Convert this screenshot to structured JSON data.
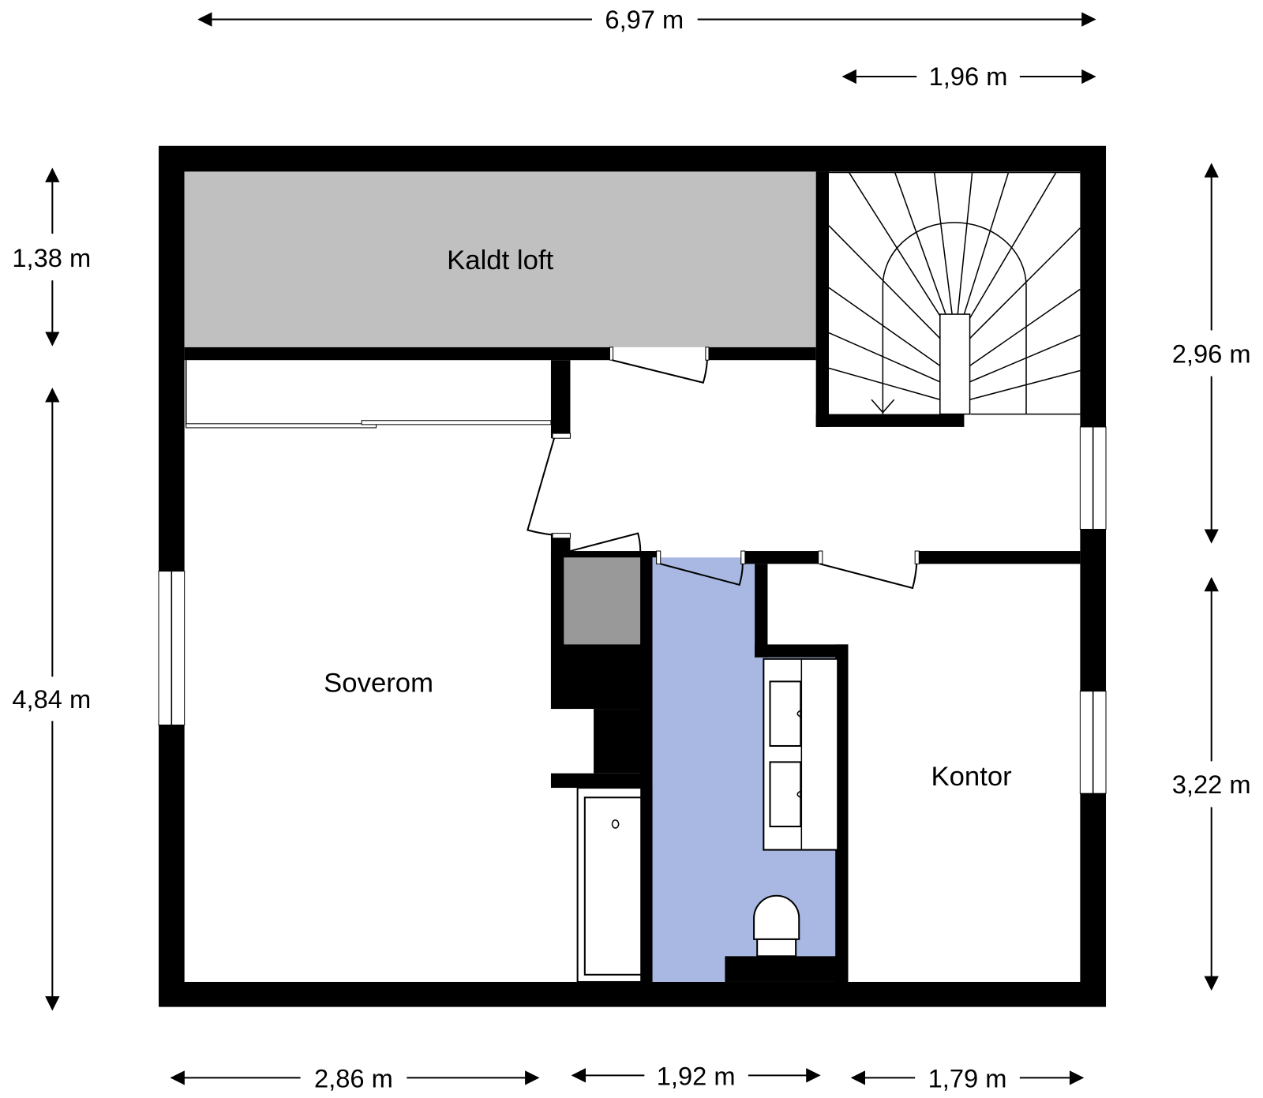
{
  "rooms": {
    "kaldt_loft": "Kaldt loft",
    "soverom": "Soverom",
    "kontor": "Kontor"
  },
  "dimensions": {
    "top_total": "6,97 m",
    "top_stair": "1,96 m",
    "left_top": "1,38 m",
    "left_bottom": "4,84 m",
    "right_top": "2,96 m",
    "right_bottom": "3,22 m",
    "bottom_left": "2,86 m",
    "bottom_mid": "1,92 m",
    "bottom_right": "1,79 m"
  },
  "colors": {
    "wall": "#000000",
    "cold_attic": "#c0c0c0",
    "bathroom": "#a8b8e2",
    "storage": "#999999"
  }
}
